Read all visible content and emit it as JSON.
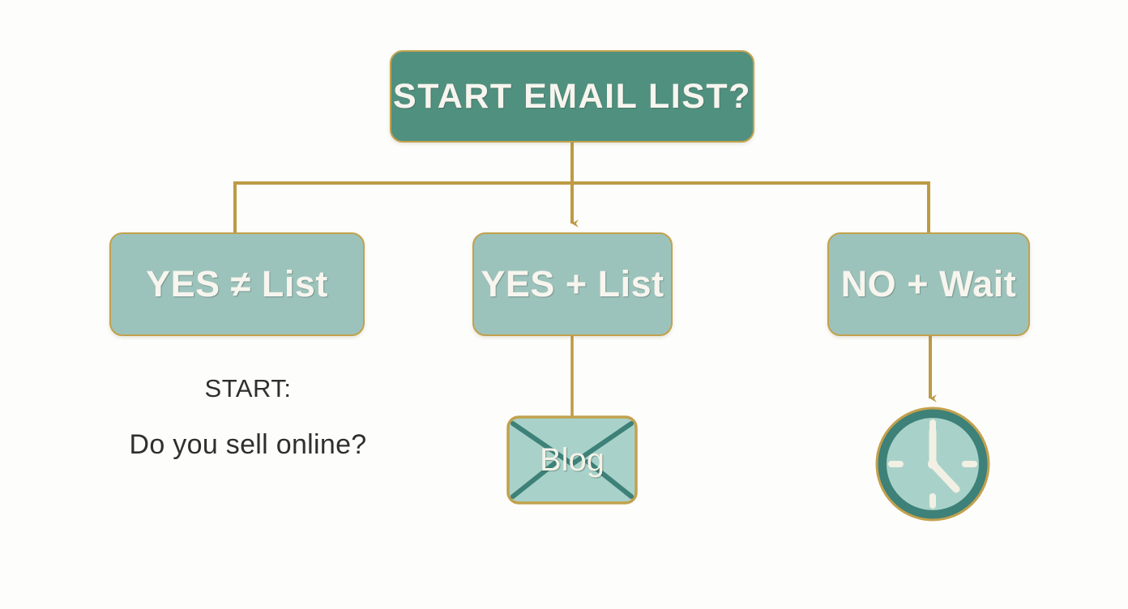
{
  "diagram": {
    "title": "Start Email List decision flowchart",
    "colors": {
      "background": "#fdfdfb",
      "root_fill": "#50907f",
      "branch_fill": "#9cc3bb",
      "border_gold": "#c2a14d",
      "connector_gold": "#bd9a45",
      "icon_dark_teal": "#3d8178",
      "icon_face": "#a8d2c9",
      "text_light": "#f7f5ee",
      "text_dark": "#2f2f2f"
    },
    "root": {
      "label": "START EMAIL LIST?"
    },
    "branches": [
      {
        "label": "YES ≠ List",
        "name": "yes-not-list"
      },
      {
        "label": "YES + List",
        "name": "yes-plus-list"
      },
      {
        "label": "NO + Wait",
        "name": "no-plus-wait"
      }
    ],
    "start_block": {
      "heading": "START:",
      "question": "Do you sell online?"
    },
    "envelope": {
      "label": "Blog",
      "icon": "envelope-icon"
    },
    "clock": {
      "icon": "clock-icon",
      "time_reading": "4:00",
      "tick_positions": [
        "12",
        "3",
        "6",
        "9"
      ]
    },
    "connectors": [
      {
        "name": "root-to-bus",
        "arrow": false
      },
      {
        "name": "bus-to-left",
        "arrow": false
      },
      {
        "name": "bus-to-center",
        "arrow": true
      },
      {
        "name": "bus-to-right",
        "arrow": false
      },
      {
        "name": "center-to-blog",
        "arrow": false
      },
      {
        "name": "right-to-clock",
        "arrow": true
      }
    ]
  }
}
